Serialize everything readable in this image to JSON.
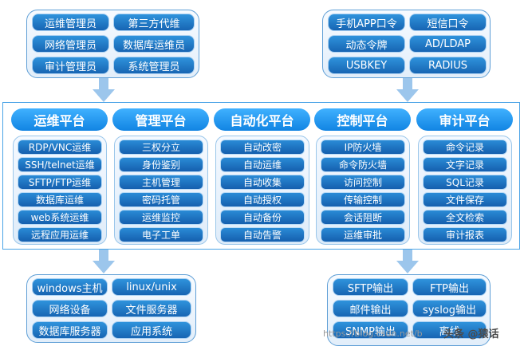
{
  "top_left": [
    "运维管理员",
    "第三方代维",
    "网络管理员",
    "数据库运维员",
    "审计管理员",
    "系统管理员"
  ],
  "top_right": [
    "手机APP口令",
    "短信口令",
    "动态令牌",
    "AD/LDAP",
    "USBKEY",
    "RADIUS"
  ],
  "platforms": [
    {
      "title": "运维平台",
      "items": [
        "RDP/VNC运维",
        "SSH/telnet运维",
        "SFTP/FTP运维",
        "数据库运维",
        "web系统运维",
        "远程应用运维"
      ]
    },
    {
      "title": "管理平台",
      "items": [
        "三权分立",
        "身份鉴别",
        "主机管理",
        "密码托管",
        "运维监控",
        "电子工单"
      ]
    },
    {
      "title": "自动化平台",
      "items": [
        "自动改密",
        "自动运维",
        "自动收集",
        "自动授权",
        "自动备份",
        "自动告警"
      ]
    },
    {
      "title": "控制平台",
      "items": [
        "IP防火墙",
        "命令防火墙",
        "访问控制",
        "传输控制",
        "会话阻断",
        "运维审批"
      ]
    },
    {
      "title": "审计平台",
      "items": [
        "命令记录",
        "文字记录",
        "SQL记录",
        "文件保存",
        "全文检索",
        "审计报表"
      ]
    }
  ],
  "bottom_left": [
    "windows主机",
    "linux/unix",
    "网络设备",
    "文件服务器",
    "数据库服务器",
    "应用系统"
  ],
  "bottom_right": [
    "SFTP输出",
    "FTP输出",
    "邮件输出",
    "syslog输出",
    "SNMP输出",
    "离线"
  ],
  "watermark": {
    "url": "https://blog.csdn.net/b",
    "brand": "头条 @猿话"
  }
}
